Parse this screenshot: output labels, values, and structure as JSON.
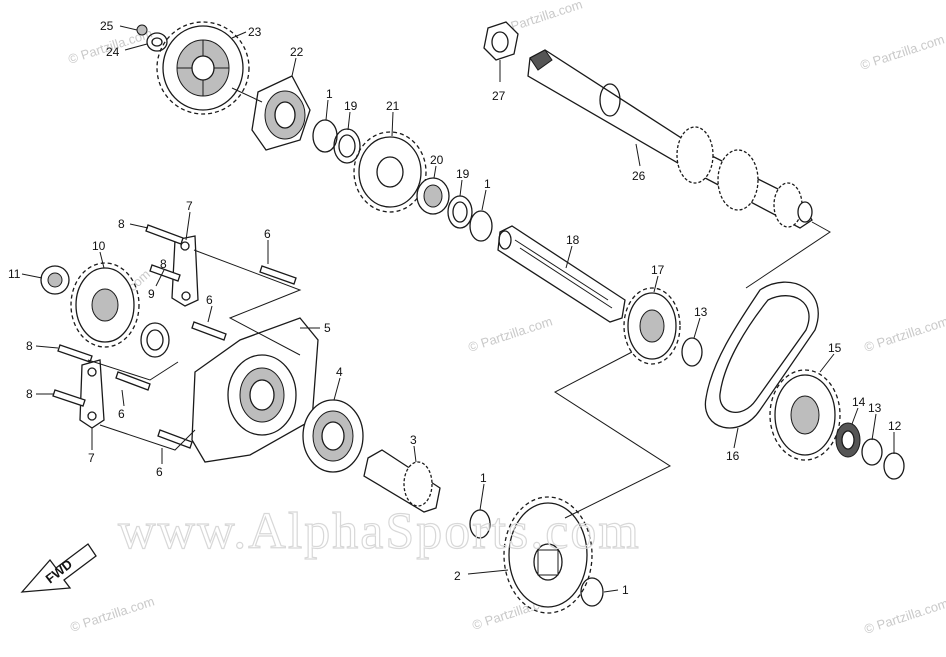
{
  "diagram": {
    "watermark_main": "www.AlphaSports.com",
    "watermark_small": "© Partzilla.com",
    "fwd_label": "FWD",
    "callouts": [
      {
        "id": "c25",
        "text": "25"
      },
      {
        "id": "c24",
        "text": "24"
      },
      {
        "id": "c23",
        "text": "23"
      },
      {
        "id": "c22",
        "text": "22"
      },
      {
        "id": "c1a",
        "text": "1"
      },
      {
        "id": "c19a",
        "text": "19"
      },
      {
        "id": "c21",
        "text": "21"
      },
      {
        "id": "c20",
        "text": "20"
      },
      {
        "id": "c19b",
        "text": "19"
      },
      {
        "id": "c1b",
        "text": "1"
      },
      {
        "id": "c27",
        "text": "27"
      },
      {
        "id": "c26",
        "text": "26"
      },
      {
        "id": "c18",
        "text": "18"
      },
      {
        "id": "c17",
        "text": "17"
      },
      {
        "id": "c13a",
        "text": "13"
      },
      {
        "id": "c8a",
        "text": "8"
      },
      {
        "id": "c7a",
        "text": "7"
      },
      {
        "id": "c6a",
        "text": "6"
      },
      {
        "id": "c10",
        "text": "10"
      },
      {
        "id": "c11",
        "text": "11"
      },
      {
        "id": "c8b",
        "text": "8"
      },
      {
        "id": "c9",
        "text": "9"
      },
      {
        "id": "c6b",
        "text": "6"
      },
      {
        "id": "c5",
        "text": "5"
      },
      {
        "id": "c8c",
        "text": "8"
      },
      {
        "id": "c4",
        "text": "4"
      },
      {
        "id": "c8d",
        "text": "8"
      },
      {
        "id": "c6c",
        "text": "6"
      },
      {
        "id": "c7b",
        "text": "7"
      },
      {
        "id": "c6d",
        "text": "6"
      },
      {
        "id": "c3",
        "text": "3"
      },
      {
        "id": "c1c",
        "text": "1"
      },
      {
        "id": "c2",
        "text": "2"
      },
      {
        "id": "c1d",
        "text": "1"
      },
      {
        "id": "c15",
        "text": "15"
      },
      {
        "id": "c14",
        "text": "14"
      },
      {
        "id": "c13b",
        "text": "13"
      },
      {
        "id": "c12",
        "text": "12"
      },
      {
        "id": "c16",
        "text": "16"
      }
    ]
  }
}
